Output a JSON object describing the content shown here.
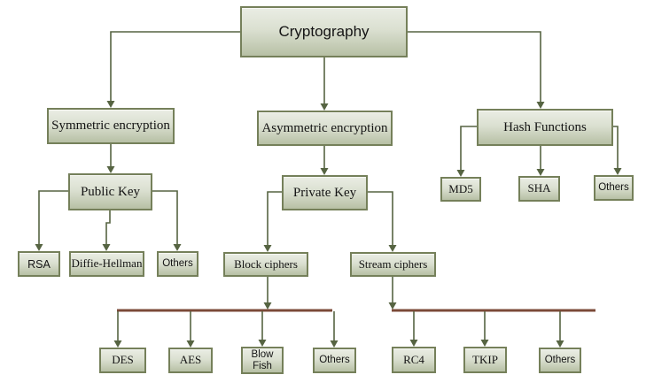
{
  "diagram": {
    "title": "Cryptography hierarchy",
    "colors": {
      "box_fill_top": "#eaede4",
      "box_fill_bottom": "#b7c0a5",
      "box_border": "#75805a",
      "connector_green": "#566442",
      "bracket_brown": "#7b4a38",
      "text": "#141414",
      "background": "#ffffff"
    },
    "nodes": [
      {
        "id": "cryptography",
        "label": "Cryptography"
      },
      {
        "id": "symmetric-encryption",
        "label": "Symmetric encryption"
      },
      {
        "id": "asymmetric-encryption",
        "label": "Asymmetric encryption"
      },
      {
        "id": "hash-functions",
        "label": "Hash Functions"
      },
      {
        "id": "public-key",
        "label": "Public Key"
      },
      {
        "id": "private-key",
        "label": "Private Key"
      },
      {
        "id": "md5",
        "label": "MD5"
      },
      {
        "id": "sha",
        "label": "SHA"
      },
      {
        "id": "others-hash",
        "label": "Others"
      },
      {
        "id": "rsa",
        "label": "RSA"
      },
      {
        "id": "diffie-hellman",
        "label": "Diffie-Hellman"
      },
      {
        "id": "others-public-key",
        "label": "Others"
      },
      {
        "id": "block-ciphers",
        "label": "Block ciphers"
      },
      {
        "id": "stream-ciphers",
        "label": "Stream ciphers"
      },
      {
        "id": "des",
        "label": "DES"
      },
      {
        "id": "aes",
        "label": "AES"
      },
      {
        "id": "blow-fish",
        "label": "Blow\nFish"
      },
      {
        "id": "others-block",
        "label": "Others"
      },
      {
        "id": "rc4",
        "label": "RC4"
      },
      {
        "id": "tkip",
        "label": "TKIP"
      },
      {
        "id": "others-stream",
        "label": "Others"
      }
    ],
    "edges": [
      {
        "from": "cryptography",
        "to": "symmetric-encryption"
      },
      {
        "from": "cryptography",
        "to": "asymmetric-encryption"
      },
      {
        "from": "cryptography",
        "to": "hash-functions"
      },
      {
        "from": "symmetric-encryption",
        "to": "public-key"
      },
      {
        "from": "public-key",
        "to": "rsa"
      },
      {
        "from": "public-key",
        "to": "diffie-hellman"
      },
      {
        "from": "public-key",
        "to": "others-public-key"
      },
      {
        "from": "asymmetric-encryption",
        "to": "private-key"
      },
      {
        "from": "private-key",
        "to": "block-ciphers"
      },
      {
        "from": "private-key",
        "to": "stream-ciphers"
      },
      {
        "from": "hash-functions",
        "to": "md5"
      },
      {
        "from": "hash-functions",
        "to": "sha"
      },
      {
        "from": "hash-functions",
        "to": "others-hash"
      },
      {
        "from": "block-ciphers",
        "to": "des"
      },
      {
        "from": "block-ciphers",
        "to": "aes"
      },
      {
        "from": "block-ciphers",
        "to": "blow-fish"
      },
      {
        "from": "block-ciphers",
        "to": "others-block"
      },
      {
        "from": "stream-ciphers",
        "to": "rc4"
      },
      {
        "from": "stream-ciphers",
        "to": "tkip"
      },
      {
        "from": "stream-ciphers",
        "to": "others-stream"
      }
    ]
  }
}
